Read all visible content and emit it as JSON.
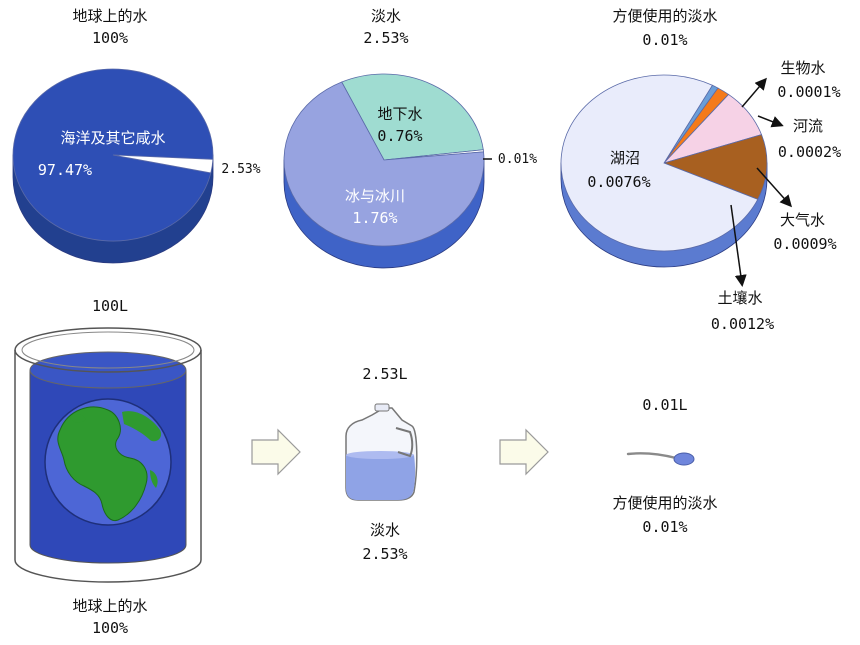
{
  "colors": {
    "ocean": "#2e4fb5",
    "ocean_side": "#22408f",
    "ice": "#97a3e0",
    "ground": "#9fdcd1",
    "fresh_side": "#3f63c7",
    "lake": "#e9ecfb",
    "bio": "#6b9ed8",
    "river": "#f47a1a",
    "atmos": "#f6d2e6",
    "soil": "#a86020",
    "water_side": "#5b7bd0"
  },
  "chart_data": [
    {
      "type": "pie",
      "title": "地球上的水",
      "total_label": "100%",
      "slices": [
        {
          "label": "海洋及其它咸水",
          "value": 97.47,
          "value_label": "97.47%"
        },
        {
          "label": "",
          "value": 2.53,
          "value_label": "2.53%"
        }
      ]
    },
    {
      "type": "pie",
      "title": "淡水",
      "total_label": "2.53%",
      "slices": [
        {
          "label": "地下水",
          "value": 0.76,
          "value_label": "0.76%"
        },
        {
          "label": "",
          "value": 0.01,
          "value_label": "0.01%"
        },
        {
          "label": "冰与冰川",
          "value": 1.76,
          "value_label": "1.76%"
        }
      ]
    },
    {
      "type": "pie",
      "title": "方便使用的淡水",
      "total_label": "0.01%",
      "slices": [
        {
          "label": "生物水",
          "value": 0.0001,
          "value_label": "0.0001%"
        },
        {
          "label": "河流",
          "value": 0.0002,
          "value_label": "0.0002%"
        },
        {
          "label": "大气水",
          "value": 0.0009,
          "value_label": "0.0009%"
        },
        {
          "label": "土壤水",
          "value": 0.0012,
          "value_label": "0.0012%"
        },
        {
          "label": "湖沼",
          "value": 0.0076,
          "value_label": "0.0076%"
        }
      ]
    }
  ],
  "bottom": {
    "earth": {
      "volume": "100L",
      "name": "地球上的水",
      "pct": "100%"
    },
    "jug": {
      "volume": "2.53L",
      "name": "淡水",
      "pct": "2.53%"
    },
    "spoon": {
      "volume": "0.01L",
      "name": "方便使用的淡水",
      "pct": "0.01%"
    }
  }
}
